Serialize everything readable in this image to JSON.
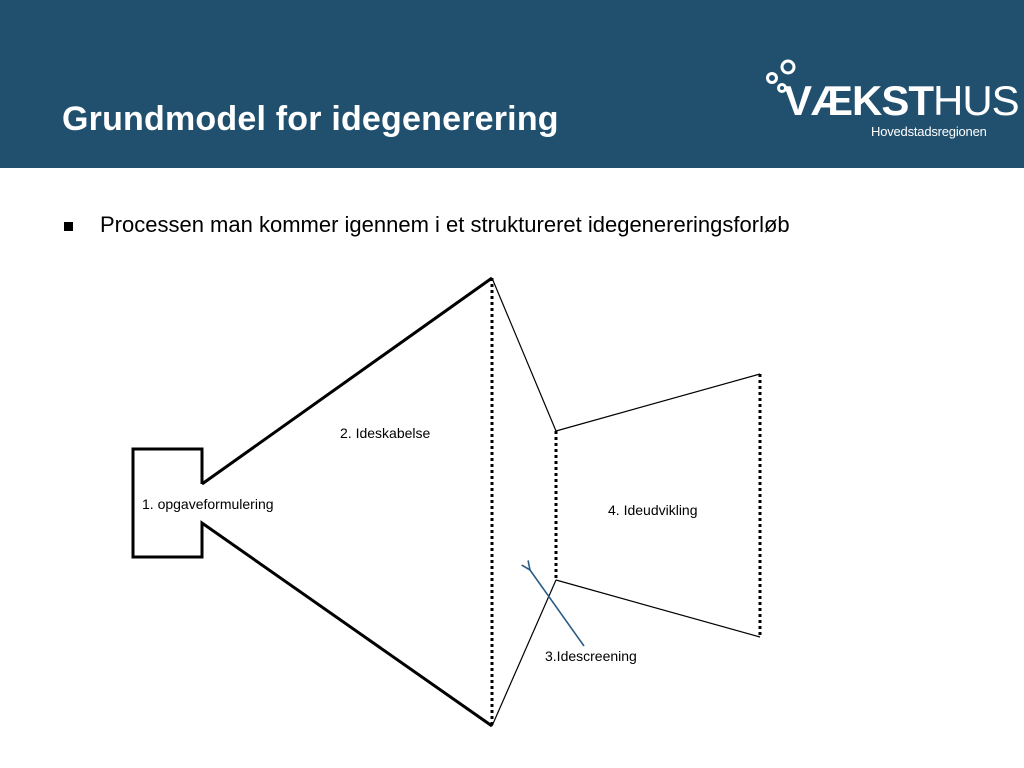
{
  "slide": {
    "title": "Grundmodel for idegenerering",
    "bullet": "Processen man kommer igennem i et struktureret idegenereringsforløb"
  },
  "logo": {
    "name_bold": "VÆKST",
    "name_light": "HUS",
    "subtitle": "Hovedstadsregionen"
  },
  "diagram": {
    "stage1": "1. opgaveformulering",
    "stage2": "2. Ideskabelse",
    "stage3": "3.Idescreening",
    "stage4": "4. Ideudvikling"
  },
  "colors": {
    "header_bg": "#21506f",
    "arrow": "#2b5d86",
    "text": "#000000"
  }
}
